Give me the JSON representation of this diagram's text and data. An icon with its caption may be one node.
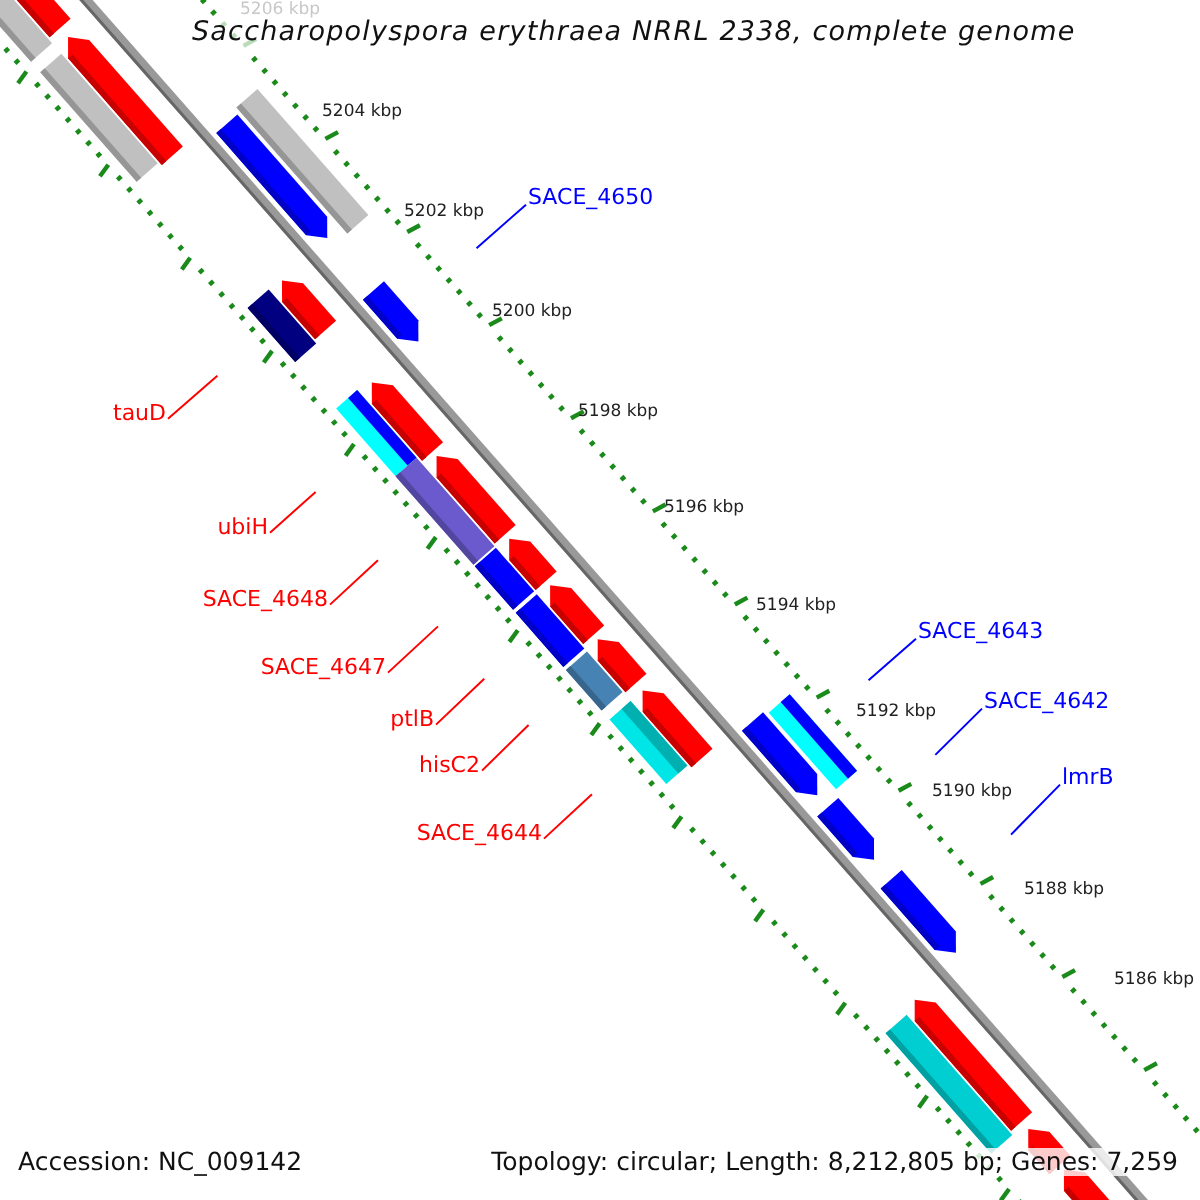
{
  "diagram": {
    "title": "Saccharopolyspora erythraea NRRL 2338, complete genome",
    "nodes": [
      {
        "text": [
          "SACE_4650"
        ]
      },
      {
        "text": [
          "tauD"
        ]
      },
      {
        "text": [
          "ubiH"
        ]
      },
      {
        "text": [
          "SACE_4648"
        ]
      },
      {
        "text": [
          "SACE_4643"
        ]
      },
      {
        "text": [
          "SACE_4647"
        ]
      },
      {
        "text": [
          "SACE_4642"
        ]
      },
      {
        "text": [
          "ptlB"
        ]
      },
      {
        "text": [
          "hisC2"
        ]
      },
      {
        "text": [
          "lmrB"
        ]
      },
      {
        "text": [
          "SACE_4644"
        ]
      }
    ],
    "edges": [
      {
        "from": 0,
        "to": null,
        "arrow": "none",
        "color": "#0000ff"
      },
      {
        "from": 1,
        "to": null,
        "arrow": "none"
      },
      {
        "from": 2,
        "to": null,
        "arrow": "none"
      },
      {
        "from": 3,
        "to": null,
        "arrow": "none"
      },
      {
        "from": 4,
        "to": null,
        "arrow": "none",
        "color": "#0000ff"
      },
      {
        "from": 5,
        "to": null,
        "arrow": "none"
      },
      {
        "from": 6,
        "to": null,
        "arrow": "none",
        "color": "#0000ff"
      },
      {
        "from": 7,
        "to": null,
        "arrow": "none"
      },
      {
        "from": 8,
        "to": null,
        "arrow": "none"
      },
      {
        "from": 9,
        "to": null,
        "arrow": "none",
        "color": "#0000ff"
      },
      {
        "from": 10,
        "to": null,
        "arrow": "none"
      }
    ],
    "labels": [
      "5206 kbp",
      "5204 kbp",
      "5202 kbp",
      "5200 kbp",
      "5198 kbp",
      "5196 kbp",
      "5194 kbp",
      "5192 kbp",
      "5190 kbp",
      "5188 kbp",
      "5186 kbp",
      "Accession: NC_009142",
      "Topology: circular; Length: 8,212,805 bp; Genes: 7,259"
    ]
  }
}
